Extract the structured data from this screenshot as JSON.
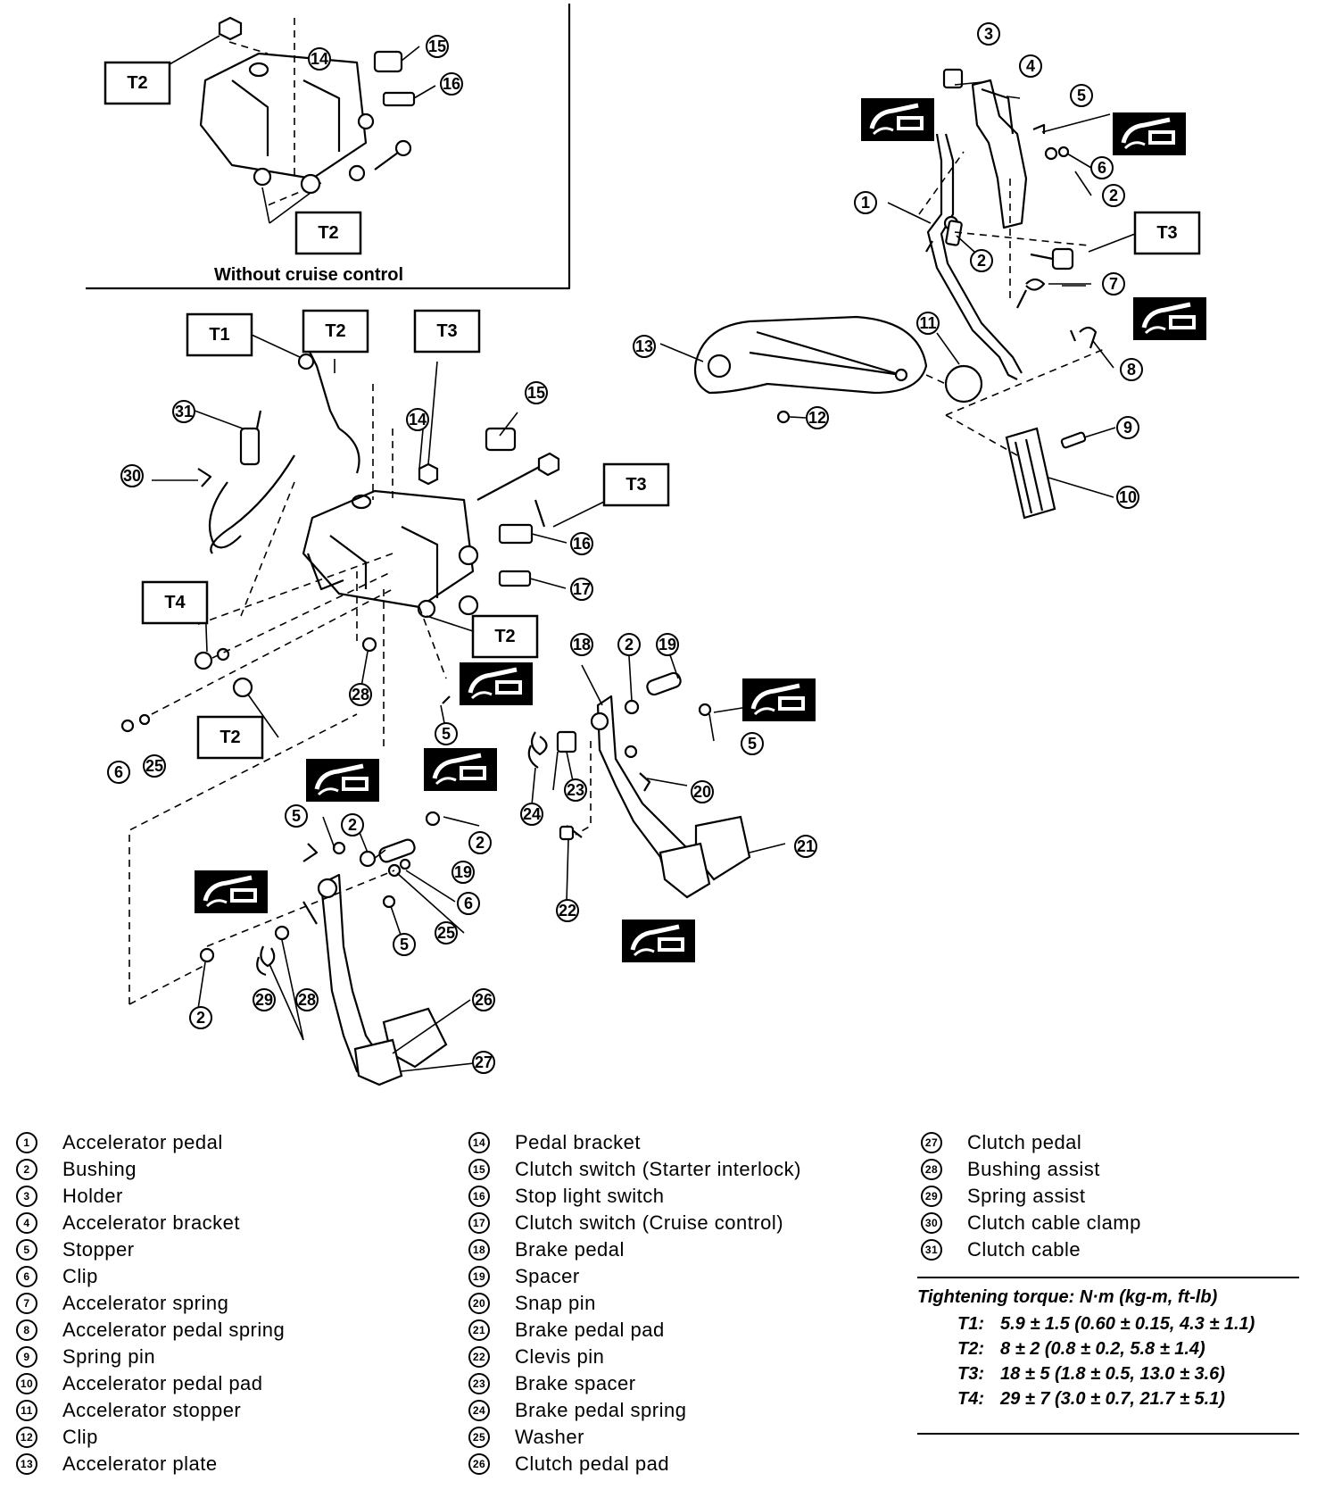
{
  "inset": {
    "caption": "Without cruise control"
  },
  "torque_labels": {
    "t1": "T1",
    "t2": "T2",
    "t3": "T3",
    "t4": "T4"
  },
  "icons": {
    "grease": "grease-gun-icon"
  },
  "legend": {
    "col1": [
      {
        "n": "1",
        "text": "Accelerator pedal"
      },
      {
        "n": "2",
        "text": "Bushing"
      },
      {
        "n": "3",
        "text": "Holder"
      },
      {
        "n": "4",
        "text": "Accelerator bracket"
      },
      {
        "n": "5",
        "text": "Stopper"
      },
      {
        "n": "6",
        "text": "Clip"
      },
      {
        "n": "7",
        "text": "Accelerator spring"
      },
      {
        "n": "8",
        "text": "Accelerator pedal spring"
      },
      {
        "n": "9",
        "text": "Spring pin"
      },
      {
        "n": "10",
        "text": "Accelerator pedal pad"
      },
      {
        "n": "11",
        "text": "Accelerator stopper"
      },
      {
        "n": "12",
        "text": "Clip"
      },
      {
        "n": "13",
        "text": "Accelerator plate"
      }
    ],
    "col2": [
      {
        "n": "14",
        "text": "Pedal bracket"
      },
      {
        "n": "15",
        "text": "Clutch switch (Starter interlock)"
      },
      {
        "n": "16",
        "text": "Stop light switch"
      },
      {
        "n": "17",
        "text": "Clutch switch (Cruise control)"
      },
      {
        "n": "18",
        "text": "Brake pedal"
      },
      {
        "n": "19",
        "text": "Spacer"
      },
      {
        "n": "20",
        "text": "Snap pin"
      },
      {
        "n": "21",
        "text": "Brake pedal pad"
      },
      {
        "n": "22",
        "text": "Clevis pin"
      },
      {
        "n": "23",
        "text": "Brake spacer"
      },
      {
        "n": "24",
        "text": "Brake pedal spring"
      },
      {
        "n": "25",
        "text": "Washer"
      },
      {
        "n": "26",
        "text": "Clutch pedal pad"
      }
    ],
    "col3": [
      {
        "n": "27",
        "text": "Clutch pedal"
      },
      {
        "n": "28",
        "text": "Bushing assist"
      },
      {
        "n": "29",
        "text": "Spring assist"
      },
      {
        "n": "30",
        "text": "Clutch cable clamp"
      },
      {
        "n": "31",
        "text": "Clutch cable"
      }
    ]
  },
  "torque": {
    "title": "Tightening torque: N·m (kg-m, ft-lb)",
    "rows": [
      {
        "id": "T1:",
        "value": "5.9 ± 1.5 (0.60 ± 0.15, 4.3 ± 1.1)"
      },
      {
        "id": "T2:",
        "value": "8 ± 2 (0.8 ± 0.2, 5.8 ± 1.4)"
      },
      {
        "id": "T3:",
        "value": "18 ± 5 (1.8 ± 0.5, 13.0 ± 3.6)"
      },
      {
        "id": "T4:",
        "value": "29 ± 7 (3.0 ± 0.7, 21.7 ± 5.1)"
      }
    ]
  }
}
